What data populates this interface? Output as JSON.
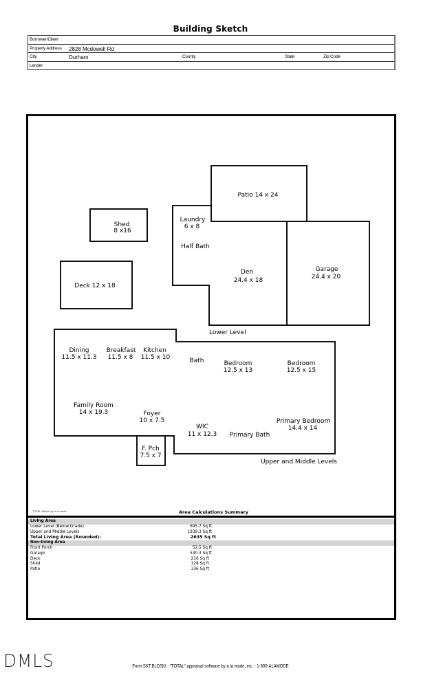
{
  "page": {
    "title": "Building Sketch"
  },
  "header": {
    "borrower_label": "Borrower/Client",
    "borrower_value": "",
    "address_label": "Property Address",
    "address_value": "2828 Mcdowell Rd",
    "city_label": "City",
    "city_value": "Durham",
    "county_label": "County",
    "state_label": "State",
    "zip_label": "Zip Code",
    "lender_label": "Lender"
  },
  "sketch": {
    "rooms": {
      "patio": "Patio 14 x 24",
      "laundry_name": "Laundry",
      "laundry_dim": "6 x 8",
      "half_bath": "Half Bath",
      "den_name": "Den",
      "den_dim": "24.4 x 18",
      "garage_name": "Garage",
      "garage_dim": "24.4 x 20",
      "shed_name": "Shed",
      "shed_dim": "8 x16",
      "deck": "Deck 12 x 18",
      "dining_name": "Dining",
      "dining_dim": "11.5 x 11.3",
      "breakfast_name": "Breakfast",
      "breakfast_dim": "11.5 x 8",
      "kitchen_name": "Kitchen",
      "kitchen_dim": "11.5 x 10",
      "bath": "Bath",
      "bedroom1_name": "Bedroom",
      "bedroom1_dim": "12.5 x 13",
      "bedroom2_name": "Bedroom",
      "bedroom2_dim": "12.5 x 15",
      "family_name": "Family Room",
      "family_dim": "14 x 19.3",
      "foyer_name": "Foyer",
      "foyer_dim": "10 x 7.5",
      "wic_name": "WIC",
      "wic_dim": "11 x 12.3",
      "primary_bath": "Primary Bath",
      "primary_bed_name": "Primary Bedroom",
      "primary_bed_dim": "14.4 x 14",
      "porch_name": "F. Pch",
      "porch_dim": "7.5 x 7"
    },
    "levels": {
      "lower": "Lower Level",
      "upper": "Upper and Middle Levels"
    }
  },
  "area_summary": {
    "credit": "TOTAL Sketch by a la mode",
    "title": "Area Calculations Summary",
    "living_header": "Living Area",
    "living": [
      {
        "name": "Lower Level (Below Grade)",
        "value": "695.7 Sq ft"
      },
      {
        "name": "Upper and Middle Levels",
        "value": "1939.3 Sq ft"
      }
    ],
    "total_label": "Total Living Area (Rounded):",
    "total_value": "2635 Sq ft",
    "nonliving_header": "Non-living Area",
    "nonliving": [
      {
        "name": "Front Porch",
        "value": "52.5 Sq ft"
      },
      {
        "name": "Garage",
        "value": "540.3 Sq ft"
      },
      {
        "name": "Deck",
        "value": "216 Sq ft"
      },
      {
        "name": "Shed",
        "value": "128 Sq ft"
      },
      {
        "name": "Patio",
        "value": "336 Sq ft"
      }
    ]
  },
  "footer": {
    "logo": "DMLS",
    "form_text": "Form SKT.BLDSKI - \"TOTAL\" appraisal software by a la mode, inc. - 1-800-ALAMODE"
  }
}
